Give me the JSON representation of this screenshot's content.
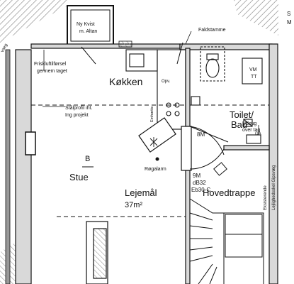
{
  "labels": {
    "ny_kvist_1": "Ny Kvist",
    "ny_kvist_2": "m. Altan",
    "faldstamme": "Faldstamme",
    "friskluft_1": "Friskluftilførsel",
    "friskluft_2": "gennem taget",
    "kokken": "Køkken",
    "opv": "Opv.",
    "emhaette": "Emhætte",
    "staalprofil_1": "Stålprofil iht.",
    "staalprofil_2": "Ing projekt",
    "toilet_1": "Toilet/",
    "toilet_2": "Bad",
    "udsug_1": "Udsug",
    "udsug_2": "over tag",
    "vm": "VM",
    "tt": "TT",
    "ga": "GA",
    "m8": "8M",
    "b": "B",
    "stue": "Stue",
    "roegalarm": "Røgalarm",
    "m9": "9M",
    "db32": "dB32",
    "eb30c": "Eb30-C",
    "hovedtrappe": "Hovedtrappe",
    "lejemaal": "Lejemål",
    "area": "37m²",
    "eksist_1": "Eksisterende",
    "eksist_2": "Lejlighedsskel Gipsvæg",
    "corner_s": "S",
    "corner_m": "M",
    "edge_vaeg": "vaeg"
  },
  "colors": {
    "line": "#111111",
    "hatch": "#777777",
    "wall_fill": "#d9d9d9"
  }
}
